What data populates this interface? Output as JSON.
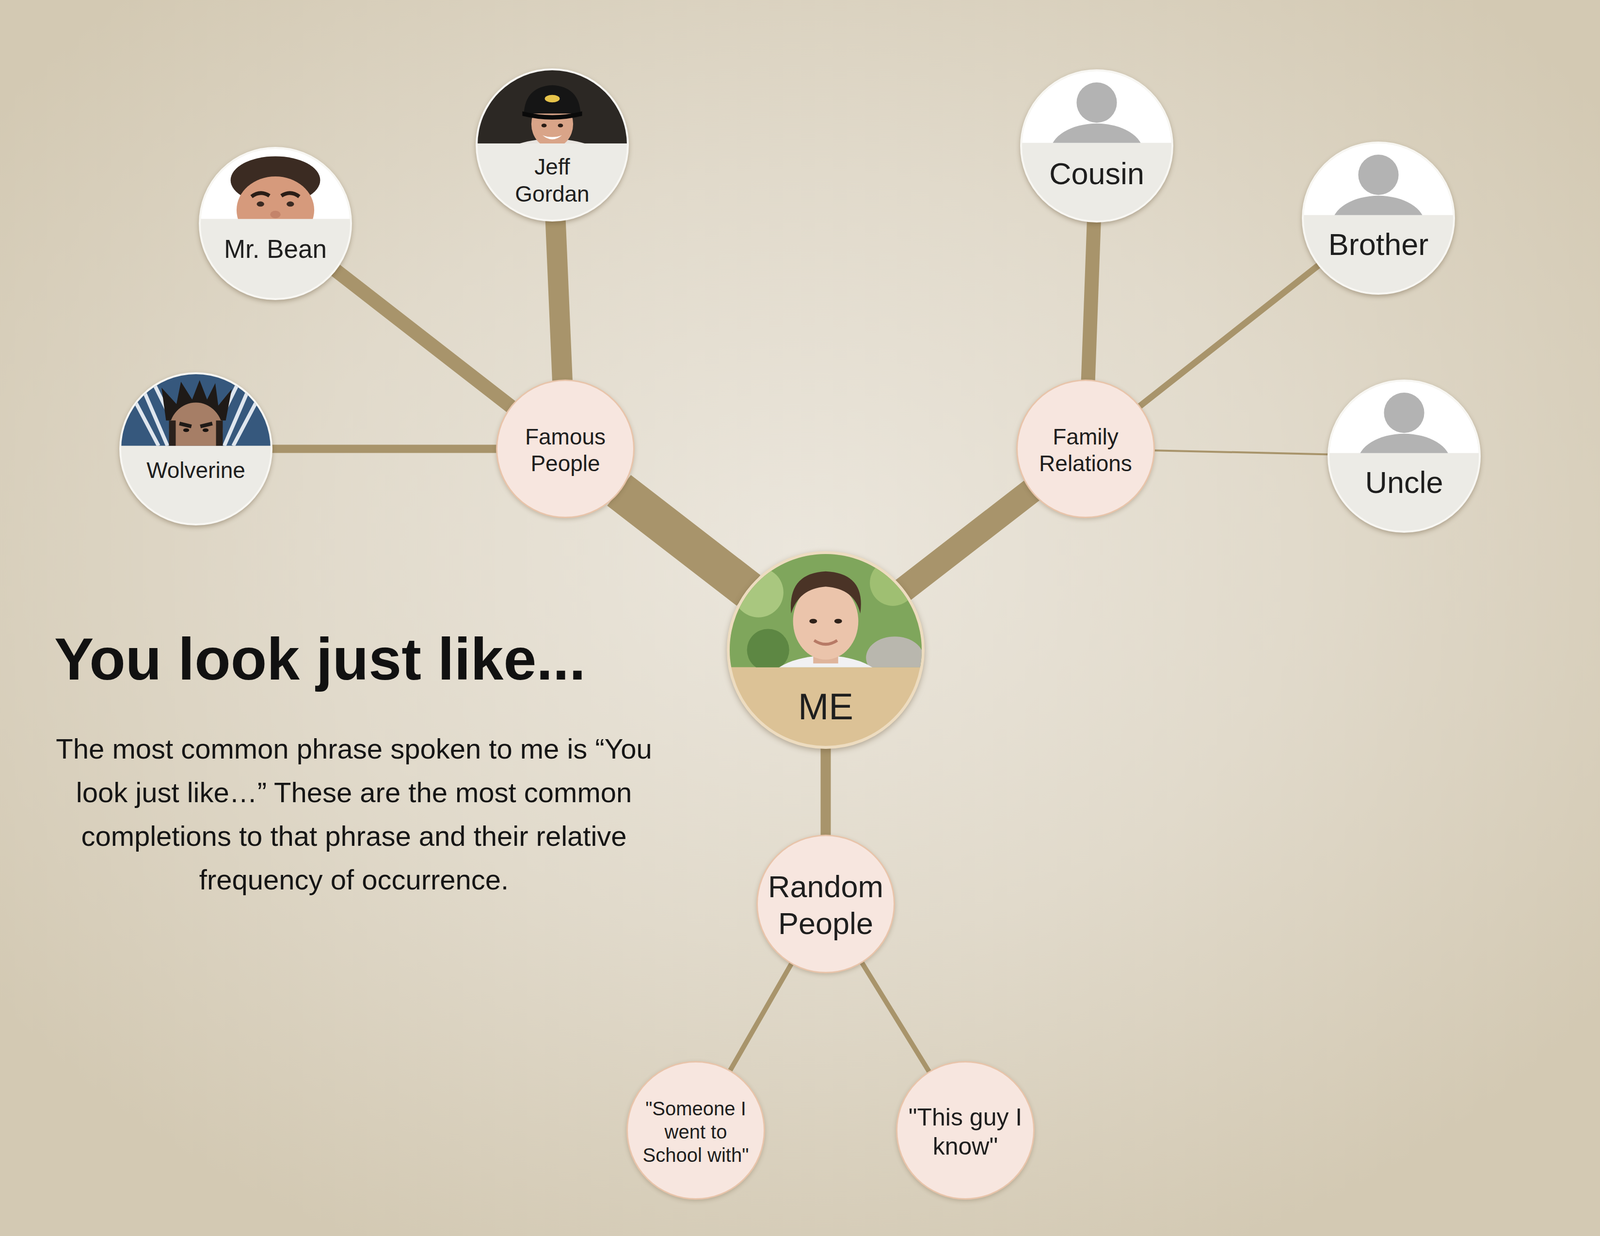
{
  "diagram": {
    "title": "You look just like...",
    "caption": "The most common phrase spoken to me is “You look just like…” These are the most common completions to that phrase and their relative frequency of occurrence.",
    "nodes": [
      {
        "text": [
          "Jeff Gordan"
        ]
      },
      {
        "text": [
          "Cousin"
        ]
      },
      {
        "text": [
          "Mr. Bean"
        ]
      },
      {
        "text": [
          "Brother"
        ]
      },
      {
        "text": [
          "Wolverine"
        ]
      },
      {
        "text": [
          "Famous People"
        ]
      },
      {
        "text": [
          "Family Relations"
        ]
      },
      {
        "text": [
          "Uncle"
        ]
      },
      {
        "text": [
          "ME"
        ]
      },
      {
        "text": [
          "Random People"
        ]
      },
      {
        "text": [
          "\"Someone I went to School with\""
        ]
      },
      {
        "text": [
          "\"This guy I know\""
        ]
      }
    ],
    "edges": [
      {
        "from": 8,
        "to": 5,
        "arrow": "none"
      },
      {
        "from": 8,
        "to": 6,
        "arrow": "none"
      },
      {
        "from": 8,
        "to": 9,
        "arrow": "none"
      },
      {
        "from": 5,
        "to": 2,
        "arrow": "none"
      },
      {
        "from": 5,
        "to": 0,
        "arrow": "none"
      },
      {
        "from": 5,
        "to": 4,
        "arrow": "none"
      },
      {
        "from": 6,
        "to": 1,
        "arrow": "none"
      },
      {
        "from": 6,
        "to": 3,
        "arrow": "none"
      },
      {
        "from": 6,
        "to": 7,
        "arrow": "none"
      },
      {
        "from": 9,
        "to": 10,
        "arrow": "none"
      },
      {
        "from": 9,
        "to": 11,
        "arrow": "none"
      }
    ]
  }
}
